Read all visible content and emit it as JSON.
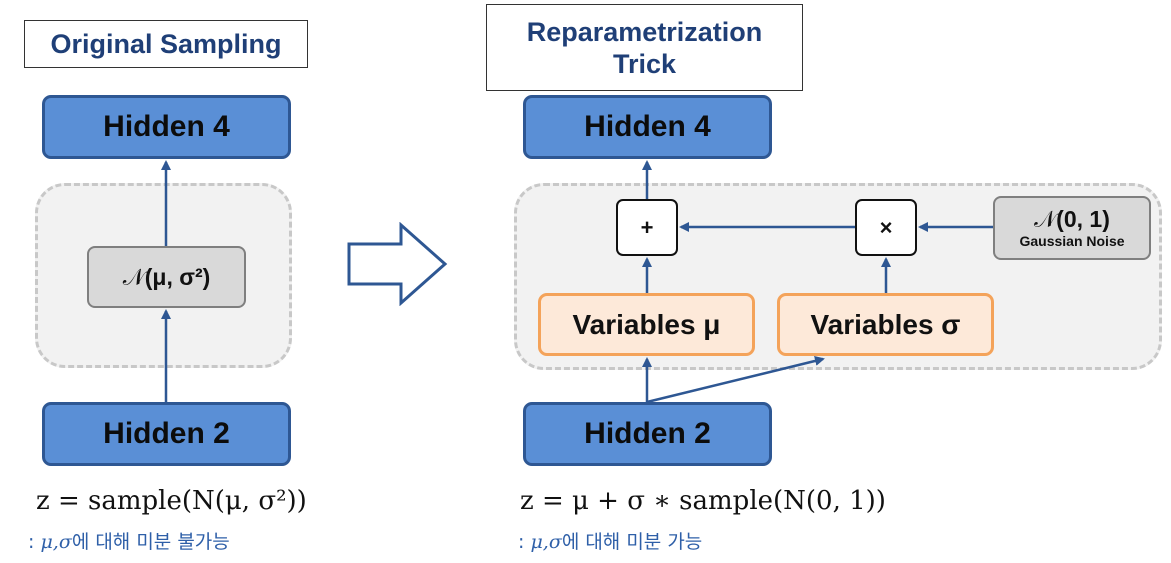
{
  "left": {
    "title": "Original Sampling",
    "hidden_top": "Hidden 4",
    "hidden_bottom": "Hidden 2",
    "distribution_symbol": "𝒩",
    "distribution_params": "(μ, σ²)",
    "formula": "z = sample(N(μ, σ²))",
    "note_vars": "μ,σ",
    "note_text": "에 대해 미분 불가능"
  },
  "right": {
    "title_line1": "Reparametrization",
    "title_line2": "Trick",
    "hidden_top": "Hidden 4",
    "hidden_bottom": "Hidden 2",
    "plus_label": "+",
    "times_label": "×",
    "var_mu": "Variables μ",
    "var_sigma": "Variables σ",
    "noise_symbol": "𝒩",
    "noise_params": "(0, 1)",
    "noise_label": "Gaussian Noise",
    "formula": "z = μ + σ ∗ sample(N(0, 1))",
    "note_vars": "μ,σ",
    "note_text": "에 대해 미분 가능"
  },
  "colors": {
    "hidden_fill": "#5a8fd6",
    "hidden_border": "#2e5793",
    "variable_fill": "#fde9d9",
    "variable_border": "#f4a35a",
    "distribution_fill": "#d9d9d9",
    "arrow": "#2e5793",
    "title_text": "#1f3f77",
    "note_text": "#2e5fa8"
  }
}
